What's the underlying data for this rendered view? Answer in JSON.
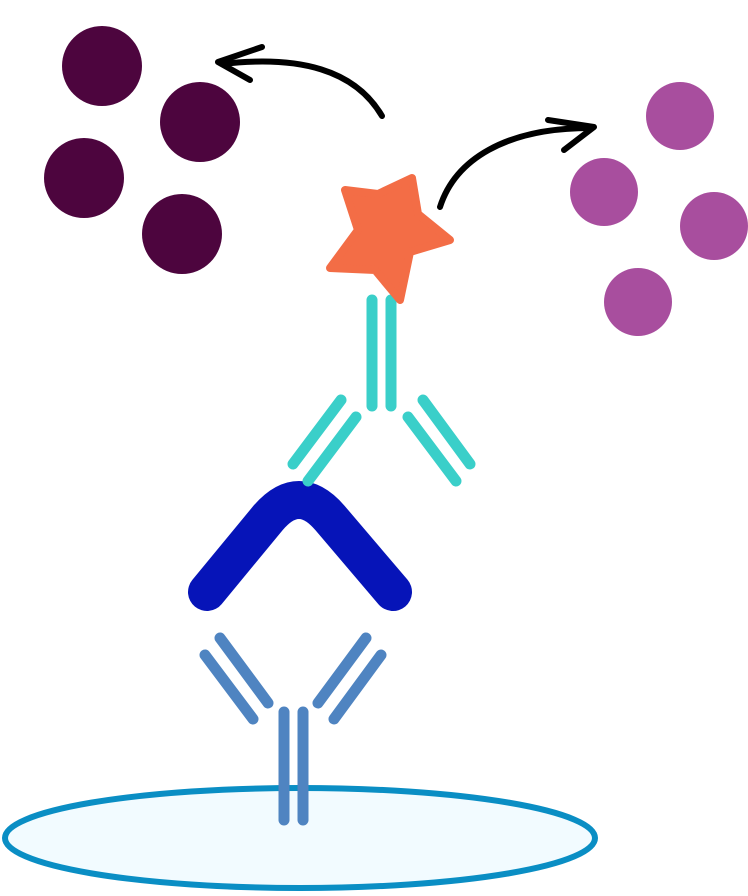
{
  "diagram": {
    "type": "sandwich-elisa-schematic",
    "colors": {
      "background": "#ffffff",
      "well_fill": "#f2fbff",
      "well_stroke": "#0a8ec4",
      "capture_antibody": "#4f84c1",
      "antigen": "#0614b8",
      "detection_antibody": "#3acfc9",
      "enzyme": "#f36d46",
      "substrate": "#4d053e",
      "product": "#a84e9e",
      "arrow": "#000000"
    },
    "icons": {
      "well": "microplate-well",
      "capture_antibody": "y-shaped-antibody",
      "antigen": "chevron-antigen",
      "detection_antibody": "y-shaped-antibody",
      "enzyme": "star-enzyme",
      "substrate": "circle-molecule",
      "product": "circle-molecule",
      "arrows": "curved-arrow"
    },
    "counts": {
      "substrate_molecules": 4,
      "product_molecules": 4
    }
  }
}
